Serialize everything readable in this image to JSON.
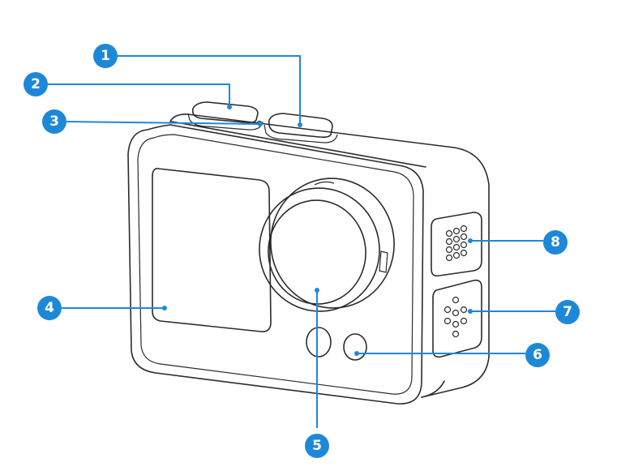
{
  "colors": {
    "callout": "#1e88d8",
    "outline": "#2b2b2b"
  },
  "callouts": [
    {
      "id": "1",
      "label": "1"
    },
    {
      "id": "2",
      "label": "2"
    },
    {
      "id": "3",
      "label": "3"
    },
    {
      "id": "4",
      "label": "4"
    },
    {
      "id": "5",
      "label": "5"
    },
    {
      "id": "6",
      "label": "6"
    },
    {
      "id": "7",
      "label": "7"
    },
    {
      "id": "8",
      "label": "8"
    }
  ]
}
